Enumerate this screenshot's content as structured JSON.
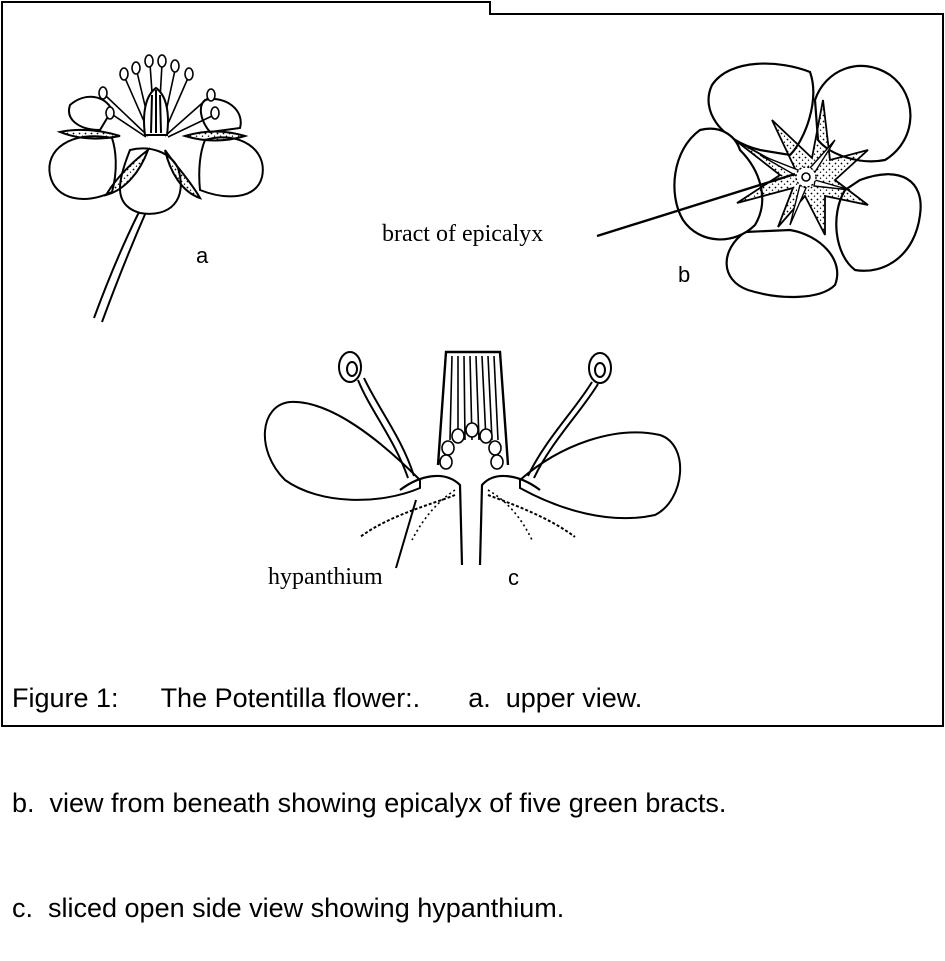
{
  "figure": {
    "labels": {
      "a": "a",
      "b": "b",
      "c": "c",
      "bract": "bract of epicalyx",
      "hypanthium": "hypanthium"
    }
  },
  "caption": {
    "line1_prefix": "Figure 1:",
    "line1_title": "The Potentilla flower:.",
    "line1_a": "a.  upper view.",
    "line2": "b.  view from beneath showing epicalyx of five green bracts.",
    "line3": "c.  sliced open side view showing hypanthium."
  }
}
